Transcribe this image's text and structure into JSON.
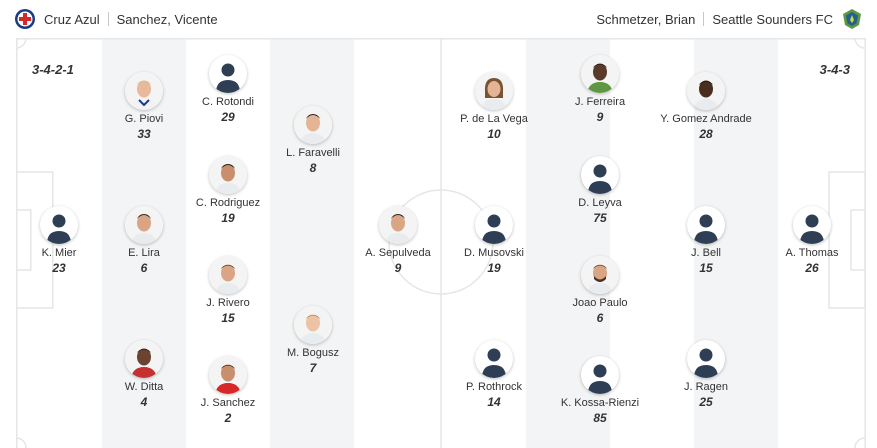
{
  "home": {
    "team": "Cruz Azul",
    "coach": "Sanchez, Vicente",
    "formation": "3-4-2-1",
    "color": "#1a3a8a",
    "players": [
      {
        "name": "K. Mier",
        "number": "23",
        "avatar": "placeholder-silhouette-icon"
      },
      {
        "name": "G. Piovi",
        "number": "33",
        "avatar": "photo-blond-player"
      },
      {
        "name": "E. Lira",
        "number": "6",
        "avatar": "photo-dark-hair-player"
      },
      {
        "name": "W. Ditta",
        "number": "4",
        "avatar": "photo-dark-skin-player"
      },
      {
        "name": "C. Rotondi",
        "number": "29",
        "avatar": "placeholder-silhouette-icon"
      },
      {
        "name": "C. Rodriguez",
        "number": "19",
        "avatar": "photo-dark-hair-player"
      },
      {
        "name": "J. Rivero",
        "number": "15",
        "avatar": "photo-dark-hair-player"
      },
      {
        "name": "J. Sanchez",
        "number": "2",
        "avatar": "photo-red-kit-player"
      },
      {
        "name": "L. Faravelli",
        "number": "8",
        "avatar": "photo-dark-hair-player"
      },
      {
        "name": "M. Bogusz",
        "number": "7",
        "avatar": "photo-light-hair-player"
      },
      {
        "name": "A. Sepulveda",
        "number": "9",
        "avatar": "photo-dark-hair-player"
      }
    ]
  },
  "away": {
    "team": "Seattle Sounders FC",
    "coach": "Schmetzer, Brian",
    "formation": "3-4-3",
    "color": "#5d9741",
    "players": [
      {
        "name": "D. Musovski",
        "number": "19",
        "avatar": "placeholder-silhouette-icon"
      },
      {
        "name": "P. de La Vega",
        "number": "10",
        "avatar": "photo-long-hair-player"
      },
      {
        "name": "P. Rothrock",
        "number": "14",
        "avatar": "placeholder-silhouette-icon"
      },
      {
        "name": "J. Ferreira",
        "number": "9",
        "avatar": "photo-dark-skin-player"
      },
      {
        "name": "D. Leyva",
        "number": "75",
        "avatar": "placeholder-silhouette-icon"
      },
      {
        "name": "Joao Paulo",
        "number": "6",
        "avatar": "photo-bearded-player"
      },
      {
        "name": "K. Kossa-Rienzi",
        "number": "85",
        "avatar": "placeholder-silhouette-icon"
      },
      {
        "name": "Y. Gomez Andrade",
        "number": "28",
        "avatar": "photo-dark-skin-player"
      },
      {
        "name": "J. Bell",
        "number": "15",
        "avatar": "placeholder-silhouette-icon"
      },
      {
        "name": "J. Ragen",
        "number": "25",
        "avatar": "placeholder-silhouette-icon"
      },
      {
        "name": "A. Thomas",
        "number": "26",
        "avatar": "placeholder-silhouette-icon"
      }
    ]
  },
  "colors": {
    "stripe": "#f3f4f5",
    "lines": "#e4e6e8",
    "text": "#333333",
    "silhouette": "#2d3e55"
  }
}
